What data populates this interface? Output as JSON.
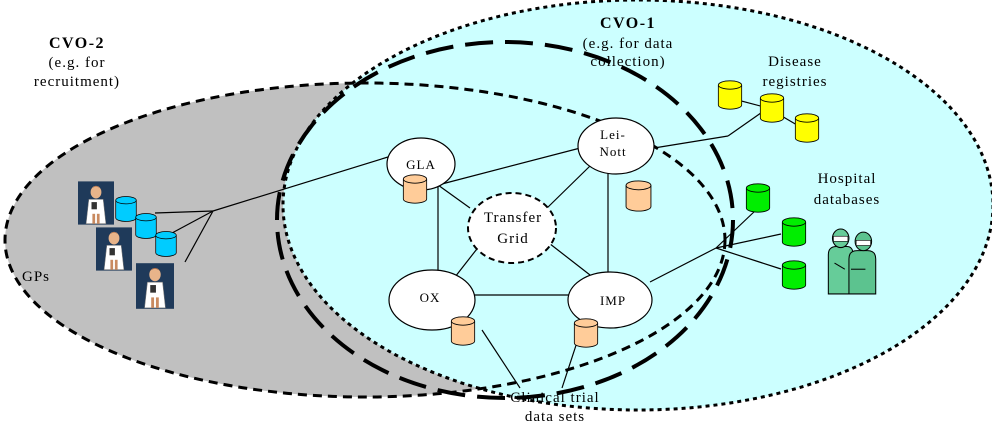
{
  "cvo2": {
    "title": "CVO-2",
    "line1": "(e.g. for",
    "line2": "recruitment)"
  },
  "cvo1": {
    "title": "CVO-1",
    "line1": "(e.g. for data",
    "line2": "collection)"
  },
  "nodes": {
    "gla": "GLA",
    "lei1": "Lei-",
    "lei2": "Nott",
    "ox": "OX",
    "imp": "IMP",
    "transfer1": "Transfer",
    "transfer2": "Grid"
  },
  "labels": {
    "gps": "GPs",
    "disease1": "Disease",
    "disease2": "registries",
    "hospital1": "Hospital",
    "hospital2": "databases",
    "clinical1": "Clinical trial",
    "clinical2": "data sets"
  },
  "colors": {
    "cvo1_fill": "#ccffff",
    "cvo2_fill": "#c0c0c0",
    "db_gp": "#00ccff",
    "db_node": "#ffcc99",
    "db_disease": "#ffff00",
    "db_hospital": "#00ee00"
  },
  "icons": [
    "doctor-figure",
    "surgeon-figure",
    "database-cylinder"
  ]
}
